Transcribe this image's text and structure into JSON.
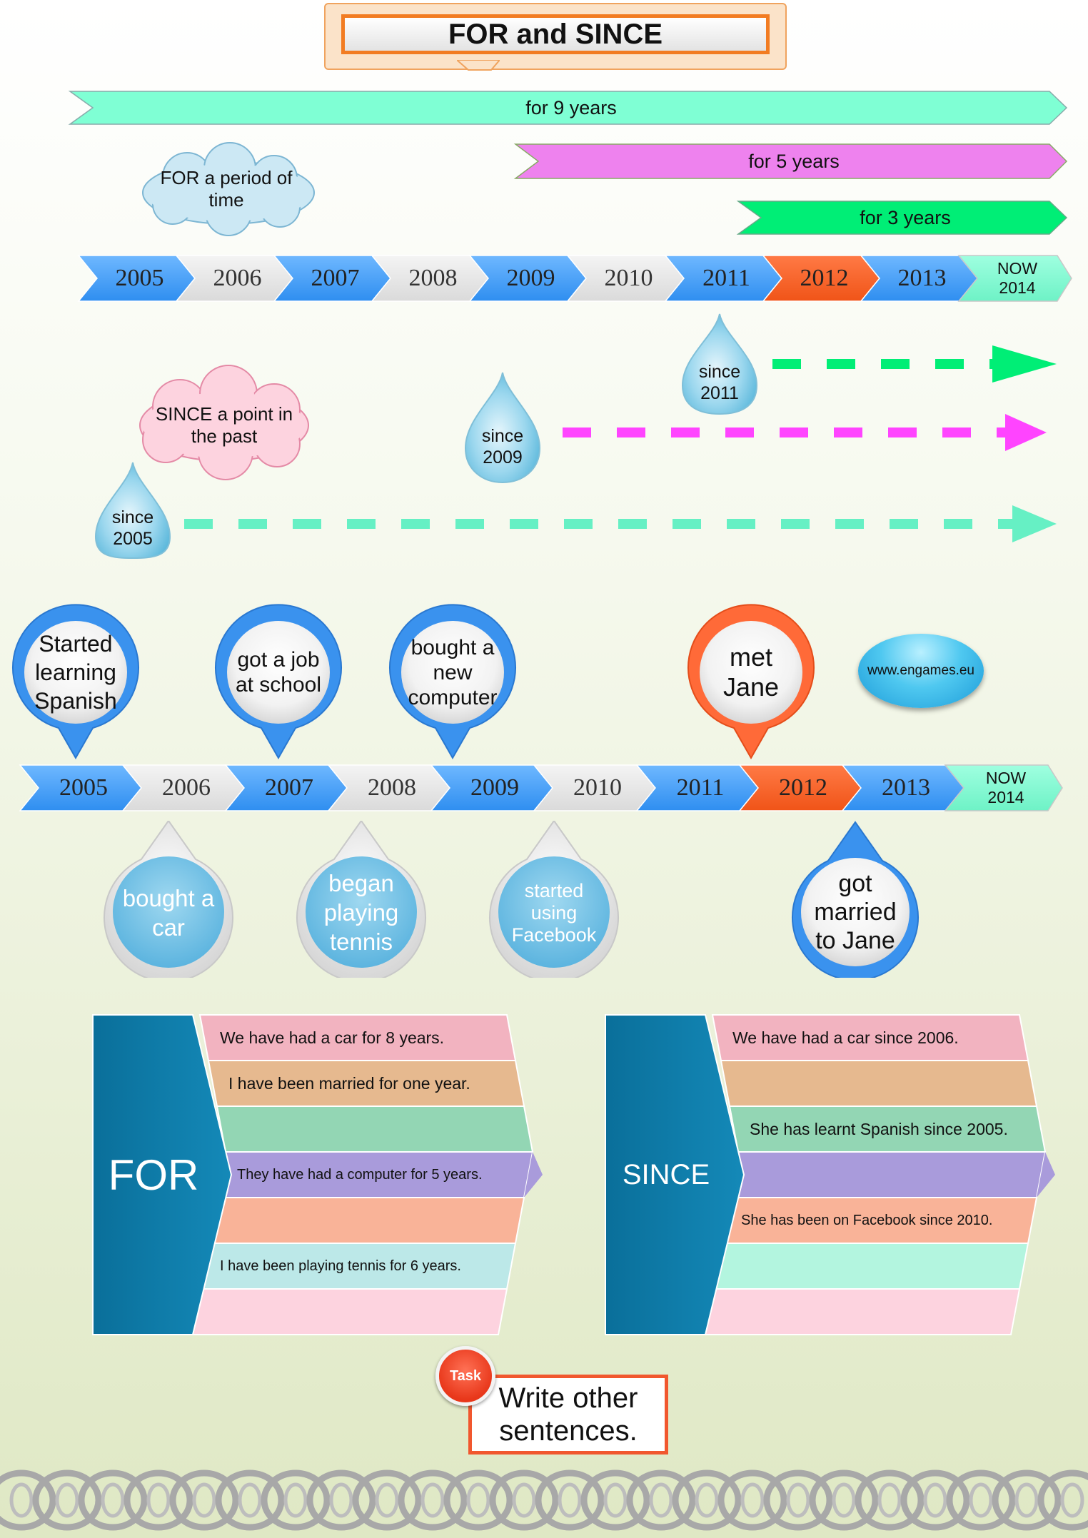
{
  "title": "FOR and SINCE",
  "periods": [
    {
      "label": "for 9 years",
      "color": "#7fffd4"
    },
    {
      "label": "for 5 years",
      "color": "#ee82ee"
    },
    {
      "label": "for 3 years",
      "color": "#00ee76"
    }
  ],
  "cloud_for": "FOR a period of time",
  "cloud_since": "SINCE a point in the past",
  "timeline": {
    "years": [
      "2005",
      "2006",
      "2007",
      "2008",
      "2009",
      "2010",
      "2011",
      "2012",
      "2013"
    ],
    "now_label": "NOW",
    "now_year": "2014"
  },
  "since_drops": [
    {
      "line1": "since",
      "line2": "2011",
      "color": "#00ee76"
    },
    {
      "line1": "since",
      "line2": "2009",
      "color": "#ff44ff"
    },
    {
      "line1": "since",
      "line2": "2005",
      "color": "#66f0c4"
    }
  ],
  "events_above": [
    {
      "text": "Started learning Spanish",
      "year": "2005"
    },
    {
      "text": "got a job at school",
      "year": "2007"
    },
    {
      "text": "bought a new computer",
      "year": "2009"
    },
    {
      "text": "met Jane",
      "year": "2012"
    }
  ],
  "events_below": [
    {
      "text": "bought a car",
      "year": "2006"
    },
    {
      "text": "began playing tennis",
      "year": "2008"
    },
    {
      "text": "started using Facebook",
      "year": "2010"
    },
    {
      "text": "got married to Jane",
      "year": "2013"
    }
  ],
  "website": "www.engames.eu",
  "for_block": {
    "label": "FOR",
    "rows": [
      "We have had a car for 8 years.",
      "I have been married for one year.",
      "",
      "They have had a computer for 5 years.",
      "",
      "I have been playing tennis for 6 years.",
      ""
    ]
  },
  "since_block": {
    "label": "SINCE",
    "rows": [
      "We have had a car since 2006.",
      "",
      "She has learnt Spanish since 2005.",
      "",
      "She has been on Facebook since 2010.",
      "",
      ""
    ]
  },
  "task": {
    "badge": "Task",
    "text": "Write other sentences."
  }
}
